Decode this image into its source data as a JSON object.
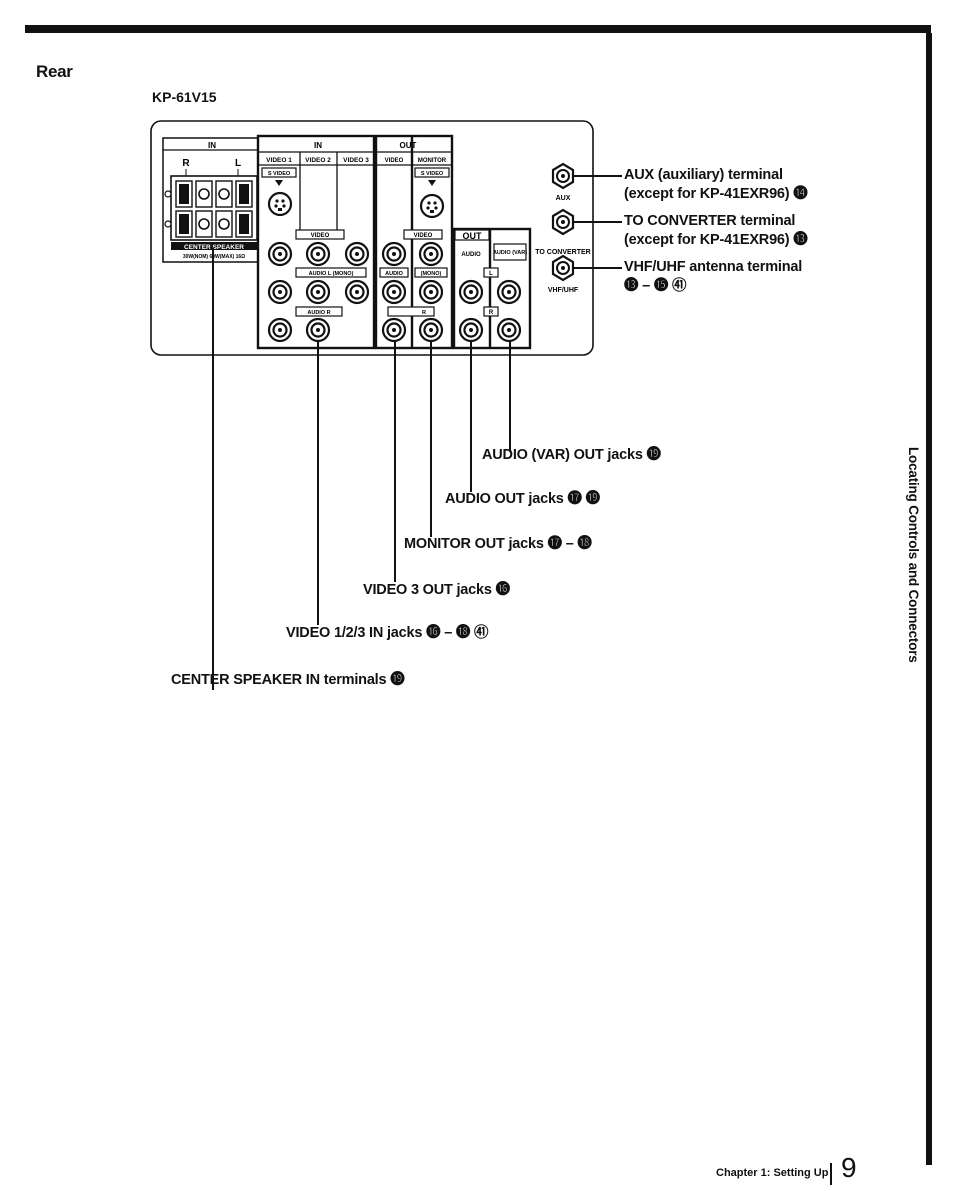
{
  "page": {
    "heading": "Rear",
    "model": "KP-61V15"
  },
  "panel_labels": {
    "in_left": "IN",
    "r": "R",
    "l": "L",
    "center_speaker_label": "CENTER SPEAKER",
    "center_speaker_spec": "30W(NOM) 60W(MAX) 16Ω",
    "in_main": "IN",
    "video1": "VIDEO 1",
    "video2": "VIDEO 2",
    "video3": "VIDEO 3",
    "out": "OUT",
    "video_out": "VIDEO",
    "monitor": "MONITOR",
    "s_video": "S VIDEO",
    "video": "VIDEO",
    "audio_l_mono": "AUDIO L (MONO)",
    "audio_r": "AUDIO R",
    "audio": "AUDIO",
    "mono": "(MONO)",
    "r_small": "R",
    "out2": "OUT",
    "audio_var": "AUDIO (VAR)",
    "l_small": "L",
    "r_small2": "R",
    "aux": "AUX",
    "to_converter": "TO CONVERTER",
    "vhf_uhf": "VHF/UHF"
  },
  "callouts": {
    "aux_line1": "AUX (auxiliary) terminal",
    "aux_line2": "(except for KP-41EXR96)",
    "aux_ref": "⓮",
    "conv_line1": "TO CONVERTER terminal",
    "conv_line2": "(except for KP-41EXR96)",
    "conv_ref": "⓭",
    "vhf_line1": "VHF/UHF antenna terminal",
    "vhf_refs": "⓭ – ⓯ ㊶",
    "audio_var_out": "AUDIO (VAR) OUT jacks",
    "audio_var_out_ref": "⓳",
    "audio_out": "AUDIO OUT jacks",
    "audio_out_refs": "⓱ ⓳",
    "monitor_out": "MONITOR OUT jacks",
    "monitor_out_refs": "⓱ – ⓲",
    "video3_out": "VIDEO 3 OUT jacks",
    "video3_out_ref": "⓰",
    "video_in": "VIDEO 1/2/3 IN jacks",
    "video_in_refs": "⓰ – ⓲ ㊶",
    "center_speaker_in": "CENTER SPEAKER IN terminals",
    "center_speaker_in_ref": "⓳"
  },
  "sidebar": {
    "title": "Locating Controls and Connectors"
  },
  "footer": {
    "chapter": "Chapter 1: Setting Up",
    "page_number": "9"
  }
}
